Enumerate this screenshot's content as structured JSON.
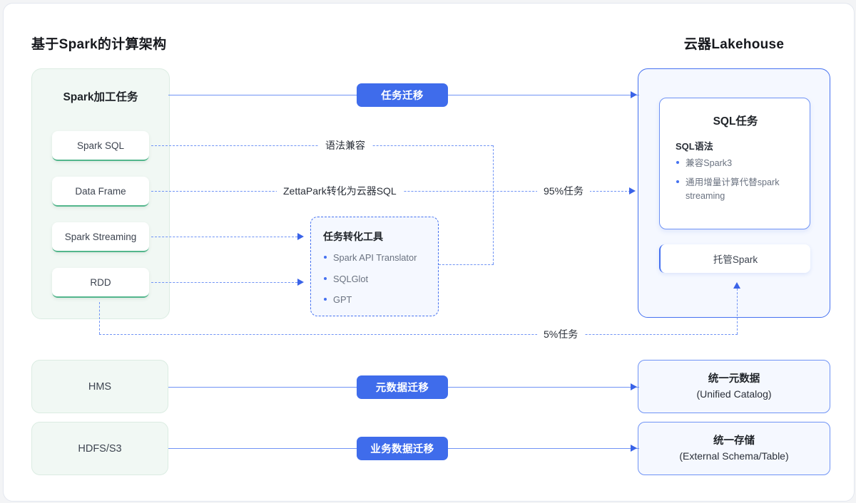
{
  "diagram": {
    "left_column_title": "基于Spark的计算架构",
    "right_column_title": "云器Lakehouse"
  },
  "left": {
    "group_title": "Spark加工任务",
    "items": [
      {
        "label": "Spark SQL"
      },
      {
        "label": "Data Frame"
      },
      {
        "label": "Spark Streaming"
      },
      {
        "label": "RDD"
      }
    ],
    "hms_label": "HMS",
    "hdfs_label": "HDFS/S3"
  },
  "right": {
    "sql_task_title": "SQL任务",
    "sql_syntax_label": "SQL语法",
    "sql_bullets": [
      "兼容Spark3",
      "通用增量计算代替spark streaming"
    ],
    "managed_spark_label": "托管Spark",
    "unified_catalog": {
      "line1": "统一元数据",
      "line2": "(Unified Catalog)"
    },
    "unified_storage": {
      "line1": "统一存储",
      "line2": "(External Schema/Table)"
    }
  },
  "tool_card": {
    "title": "任务转化工具",
    "bullets": [
      "Spark API Translator",
      "SQLGlot",
      "GPT"
    ]
  },
  "connectors": {
    "task_migration": "任务迁移",
    "syntax_compat": "语法兼容",
    "zettapark": "ZettaPark转化为云器SQL",
    "task_95": "95%任务",
    "task_5": "5%任务",
    "metadata_migration": "元数据迁移",
    "business_data_migration": "业务数据迁移"
  },
  "colors": {
    "accent_blue": "#3f6ceb",
    "line_blue": "#6f93f5",
    "green_accent": "#53b68c",
    "green_panel": "#f1f8f4",
    "blue_panel": "#f5f8ff"
  }
}
